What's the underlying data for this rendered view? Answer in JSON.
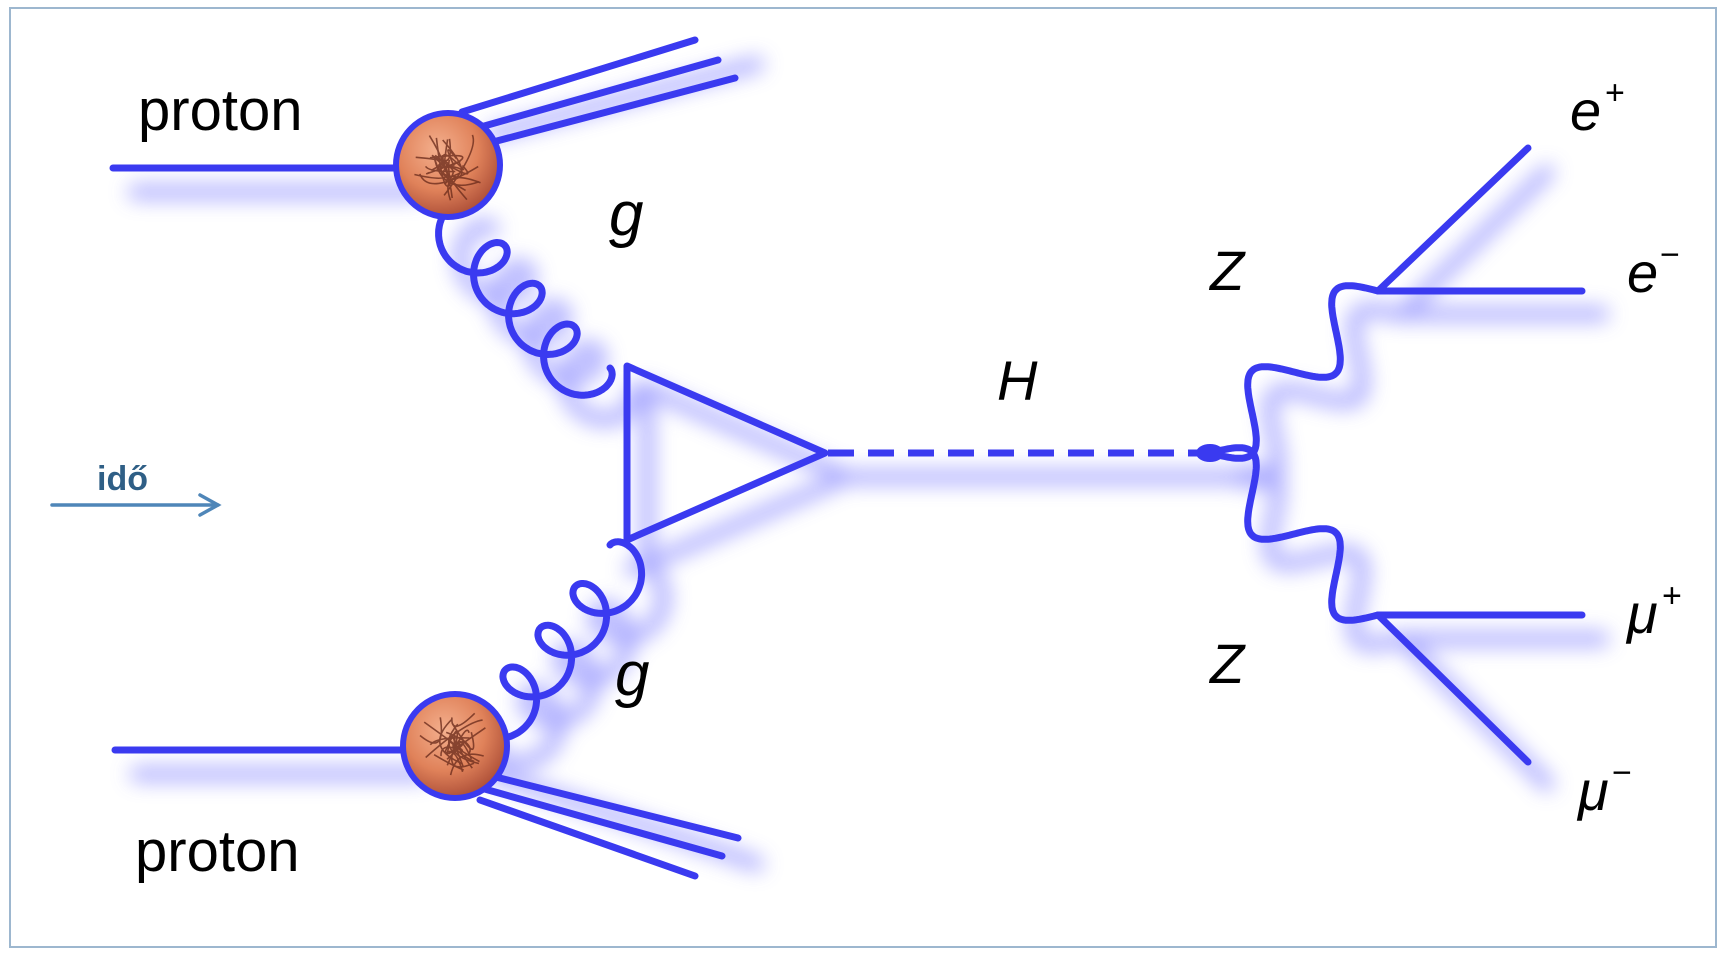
{
  "diagram": {
    "incoming_label_top": "proton",
    "incoming_label_bottom": "proton",
    "gluon_label_top": "g",
    "gluon_label_bottom": "g",
    "higgs_label": "H",
    "z_label_top": "Z",
    "z_label_bottom": "Z",
    "lepton_e_plus": "e",
    "lepton_e_plus_sup": "+",
    "lepton_e_minus": "e",
    "lepton_e_minus_sup": "−",
    "lepton_mu_plus": "μ",
    "lepton_mu_plus_sup": "+",
    "lepton_mu_minus": "μ",
    "lepton_mu_minus_sup": "−",
    "time_label": "idő"
  },
  "colors": {
    "line": "#3a3af0",
    "glow": "#8d8dff",
    "proton_fill": "#e0825a",
    "proton_dark": "#8a3b24",
    "frame": "#9db7cf",
    "time_arrow": "#4f86b8"
  },
  "icons": {
    "proton_blob": "proton-quark-ball",
    "time_arrow": "right-arrow"
  }
}
